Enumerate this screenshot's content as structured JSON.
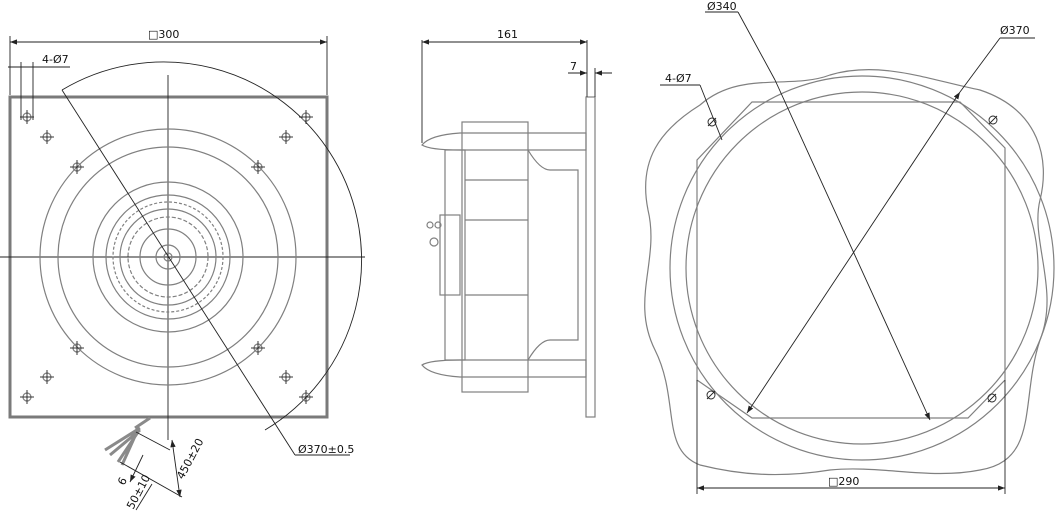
{
  "front_view": {
    "width_label": "□300",
    "holes_label": "4-Ø7",
    "diameter_label": "Ø370±0.5",
    "cable_length_label": "450±20",
    "strip_length_label": "50±10",
    "wire_end_label": "6"
  },
  "side_view": {
    "depth_label": "161",
    "plate_label": "7"
  },
  "cutout_view": {
    "inner_diameter_label": "Ø340",
    "outer_diameter_label": "Ø370",
    "holes_label": "4-Ø7",
    "width_label": "□290"
  },
  "colors": {
    "outline": "#808080",
    "dimension": "#222222"
  }
}
